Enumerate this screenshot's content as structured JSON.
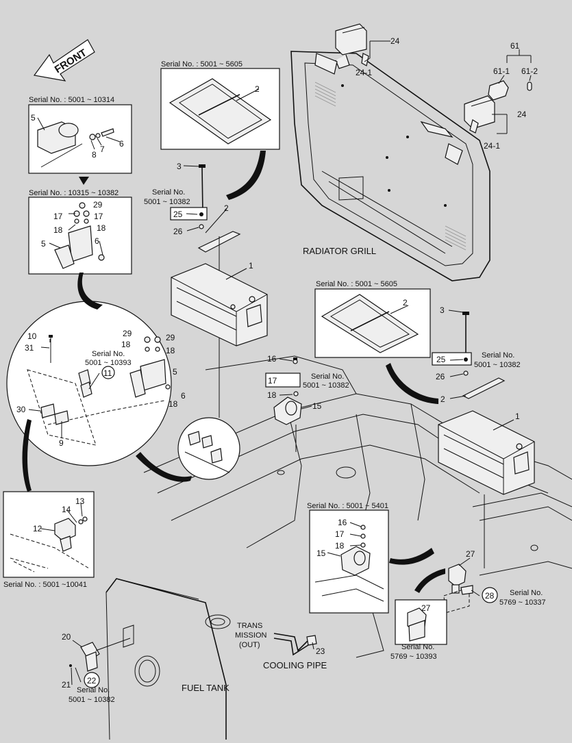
{
  "front": "FRONT",
  "sections": {
    "radiator": "RADIATOR GRILL",
    "fuel": "FUEL TANK",
    "trans": [
      "TRANS",
      "MISSION",
      "(OUT)"
    ],
    "cooling": "COOLING PIPE"
  },
  "serials": {
    "s5001_10314": "Serial No. : 5001 ~ 10314",
    "s10315_10382": "Serial No. : 10315 ~ 10382",
    "s5001_5605_a": "Serial No. : 5001 ~ 5605",
    "s5001_5605_b": "Serial No. : 5001 ~ 5605",
    "s5001_10382_bolt": [
      "Serial No.",
      "5001 ~ 10382"
    ],
    "s5001_10393": [
      "Serial No.",
      "5001 ~ 10393"
    ],
    "s5001_10382_mid": [
      "Serial No.",
      "5001 ~ 10382"
    ],
    "s5001_10382_right": [
      "Serial No.",
      "5001 ~ 10382"
    ],
    "s5001_5401": "Serial No. : 5001 ~ 5401",
    "s5001_10041": "Serial No. : 5001 ~10041",
    "s5769_10337": [
      "Serial No.",
      "5769 ~ 10337"
    ],
    "s5769_10393": [
      "Serial No.",
      "5769 ~ 10393"
    ],
    "s5001_10382_low": [
      "Serial No.",
      "5001 ~ 10382"
    ]
  },
  "parts": {
    "p1": "1",
    "p2": "2",
    "p3": "3",
    "p5": "5",
    "p6": "6",
    "p7": "7",
    "p8": "8",
    "p9": "9",
    "p10": "10",
    "p11": "11",
    "p12": "12",
    "p13": "13",
    "p14": "14",
    "p15": "15",
    "p16": "16",
    "p17": "17",
    "p18": "18",
    "p20": "20",
    "p21": "21",
    "p22": "22",
    "p23": "23",
    "p24": "24",
    "p24_1": "24-1",
    "p25": "25",
    "p26": "26",
    "p27": "27",
    "p28": "28",
    "p29": "29",
    "p30": "30",
    "p31": "31",
    "p61": "61",
    "p61_1": "61-1",
    "p61_2": "61-2"
  }
}
